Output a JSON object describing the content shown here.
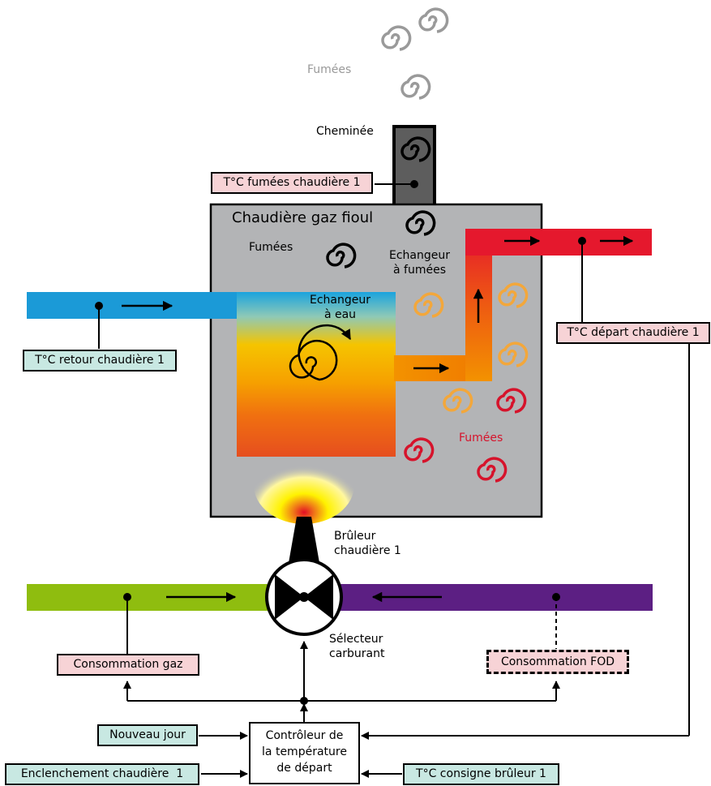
{
  "labels": {
    "fumees_top": "Fumées",
    "cheminee": "Cheminée",
    "chaudiere_title": "Chaudière gaz fioul",
    "fumees_left": "Fumées",
    "echangeur_fumees_1": "Echangeur",
    "echangeur_fumees_2": "à fumées",
    "echangeur_eau_1": "Echangeur",
    "echangeur_eau_2": "à eau",
    "fumees_red": "Fumées",
    "bruleur_1": "Brûleur",
    "bruleur_2": "chaudière 1",
    "selecteur_1": "Sélecteur",
    "selecteur_2": "carburant",
    "controleur_1": "Contrôleur de",
    "controleur_2": "la température",
    "controleur_3": "de départ"
  },
  "sensors": {
    "fumees_chaudiere": "T°C fumées chaudière 1",
    "retour_chaudiere": "T°C retour chaudière 1",
    "depart_chaudiere": "T°C départ chaudière 1",
    "consommation_gaz": "Consommation gaz",
    "consommation_fod": "Consommation FOD",
    "nouveau_jour": "Nouveau jour",
    "enclenchement": "Enclenchement chaudière  1",
    "consigne_bruleur": "T°C consigne brûleur 1"
  },
  "colors": {
    "boiler": "#b3b4b6",
    "return_pipe": "#1b9ad7",
    "supply_pipe": "#e5182d",
    "gas_pipe": "#8fbd0f",
    "fod_pipe": "#5c1f83",
    "sensor_pink": "#f7d3d6",
    "input_teal": "#c8e8e2",
    "orange": "#f29200",
    "red_smoke": "#d6132b"
  }
}
